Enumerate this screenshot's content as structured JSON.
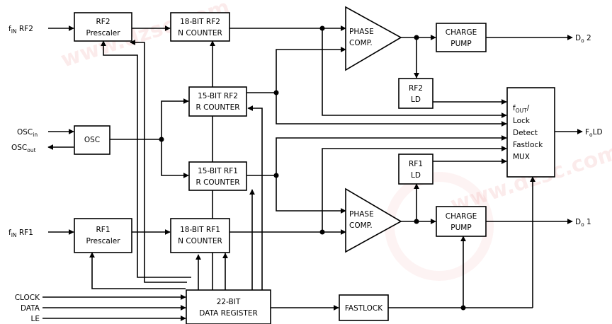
{
  "watermark": {
    "text": "www.dzsc.com",
    "color": "#e86a6a"
  },
  "blocks": {
    "rf2_prescaler": [
      "RF2",
      "Prescaler"
    ],
    "rf2_n_counter": [
      "18-BIT RF2",
      "N COUNTER"
    ],
    "rf2_r_counter": [
      "15-BIT RF2",
      "R COUNTER"
    ],
    "osc": [
      "OSC"
    ],
    "rf1_r_counter": [
      "15-BIT RF1",
      "R COUNTER"
    ],
    "rf1_prescaler": [
      "RF1",
      "Prescaler"
    ],
    "rf1_n_counter": [
      "18-BIT RF1",
      "N COUNTER"
    ],
    "data_register": [
      "22-BIT",
      "DATA REGISTER"
    ],
    "fastlock": [
      "FASTLOCK"
    ],
    "phase_comp_rf2": [
      "PHASE",
      "COMP."
    ],
    "phase_comp_rf1": [
      "PHASE",
      "COMP."
    ],
    "charge_pump_rf2": [
      "CHARGE",
      "PUMP"
    ],
    "charge_pump_rf1": [
      "CHARGE",
      "PUMP"
    ],
    "rf2_ld": [
      "RF2",
      "LD"
    ],
    "rf1_ld": [
      "RF1",
      "LD"
    ],
    "mux": {
      "head_main": "f",
      "head_sub": "OUT",
      "head_tail": "/",
      "lines": [
        "Lock",
        "Detect",
        "Fastlock",
        "MUX"
      ]
    }
  },
  "pins": {
    "fin_rf2": {
      "f": "f",
      "sub": "IN",
      "tail": " RF2"
    },
    "fin_rf1": {
      "f": "f",
      "sub": "IN",
      "tail": " RF1"
    },
    "osc_in": {
      "main": "OSC",
      "sub": "in"
    },
    "osc_out": {
      "main": "OSC",
      "sub": "out"
    },
    "clock": "CLOCK",
    "data": "DATA",
    "le": "LE",
    "do2": {
      "main": "D",
      "sub": "o",
      "tail": " 2"
    },
    "do1": {
      "main": "D",
      "sub": "o",
      "tail": " 1"
    },
    "fold": {
      "main": "F",
      "sub": "o",
      "tail": "LD"
    }
  }
}
